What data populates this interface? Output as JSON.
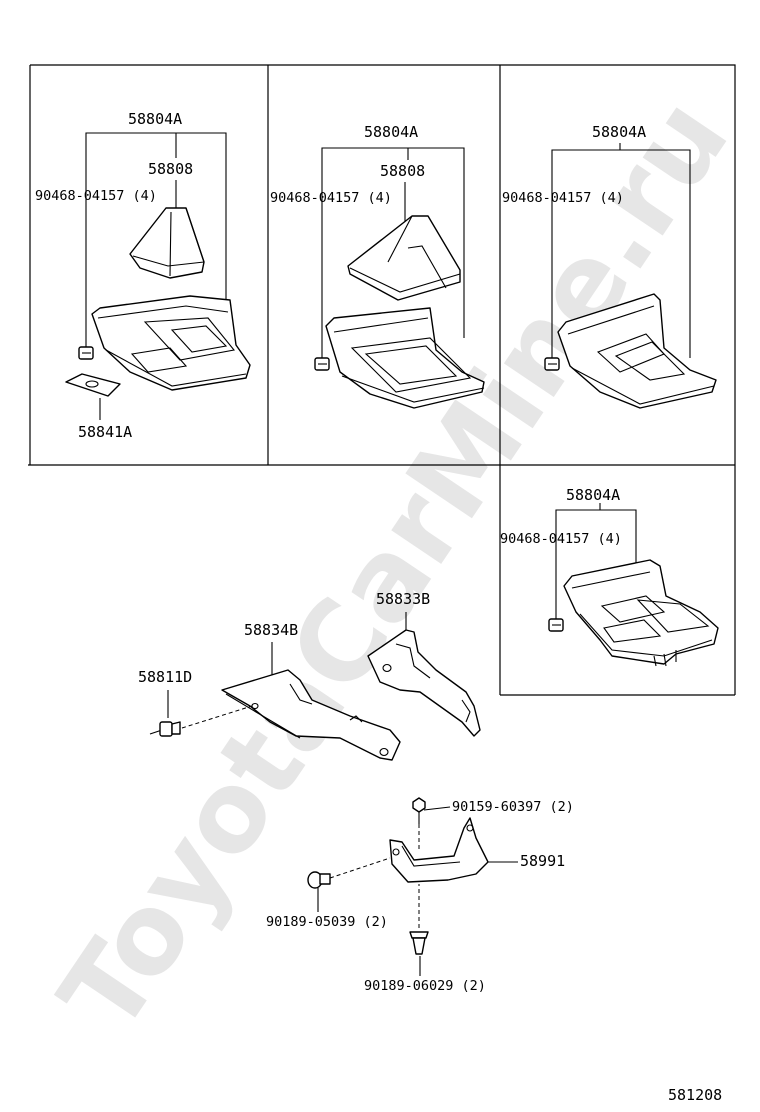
{
  "watermark": "ToyotaCarMine.ru",
  "diagram_code": "581208",
  "panels": [
    {
      "assembly": "58804A",
      "boot": "58808",
      "clip": "90468-04157 (4)",
      "extra": "58841A"
    },
    {
      "assembly": "58804A",
      "boot": "58808",
      "clip": "90468-04157 (4)"
    },
    {
      "assembly": "58804A",
      "clip": "90468-04157 (4)"
    },
    {
      "assembly": "58804A",
      "clip": "90468-04157 (4)"
    }
  ],
  "lower": {
    "panel_left": "58834B",
    "panel_right": "58833B",
    "fastener": "58811D",
    "bolt_top": "90159-60397 (2)",
    "bracket": "58991",
    "screw_left": "90189-05039 (2)",
    "clip_bottom": "90189-06029 (2)"
  }
}
